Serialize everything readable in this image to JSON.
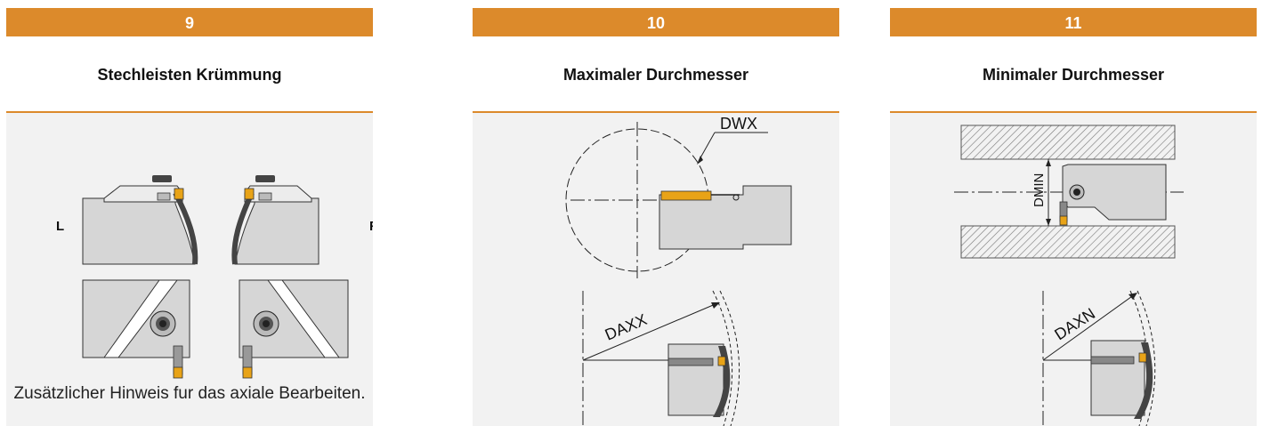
{
  "panels": [
    {
      "number": "9",
      "title": "Stechleisten Krümmung",
      "labels": {
        "left": "L",
        "right": "R"
      },
      "note": "Zusätzlicher Hinweis fur das axiale Bearbeiten."
    },
    {
      "number": "10",
      "title": "Maximaler Durchmesser",
      "labels": {
        "dwx": "DWX",
        "daxx": "DAXX"
      }
    },
    {
      "number": "11",
      "title": "Minimaler Durchmesser",
      "labels": {
        "dmin": "DMIN",
        "daxn": "DAXN"
      }
    }
  ],
  "colors": {
    "accent": "#dc8a2b",
    "insert": "#e8a317",
    "body_gray": "#d6d6d6",
    "hatch": "#777777"
  }
}
